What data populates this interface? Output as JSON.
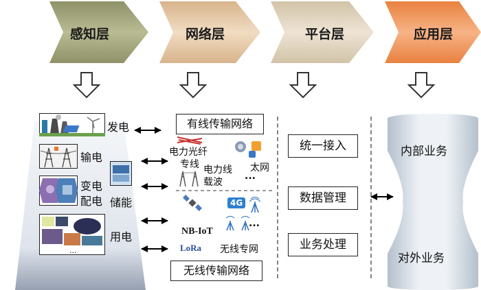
{
  "layers": [
    "感知层",
    "网络层",
    "平台层",
    "应用层"
  ],
  "perception": {
    "generation": "发电",
    "transmission": "输电",
    "transform": "变电",
    "distribution": "配电",
    "storage": "储能",
    "consumption": "用电",
    "ellipsis": "..."
  },
  "network": {
    "wired_title": "有线传输网络",
    "fiber_line1": "电力光纤",
    "fiber_line2": "专线",
    "plc_line1": "电力线",
    "plc_line2": "载波",
    "ethernet": "太网",
    "ellipsis": "...",
    "badge_4g": "4G",
    "nbiot": "NB-IoT",
    "lora": "LoRa",
    "private_wireless": "无线专网",
    "wireless_title": "无线传输网络"
  },
  "platform": [
    "统一接入",
    "数据管理",
    "业务处理"
  ],
  "application": {
    "internal": "内部业务",
    "external": "对外业务"
  },
  "colors": {
    "chevron1": "#a7a97f",
    "chevron2": "#e8cba7",
    "chevron3": "#e3d7c3",
    "chevron4": "#f19a5f"
  }
}
